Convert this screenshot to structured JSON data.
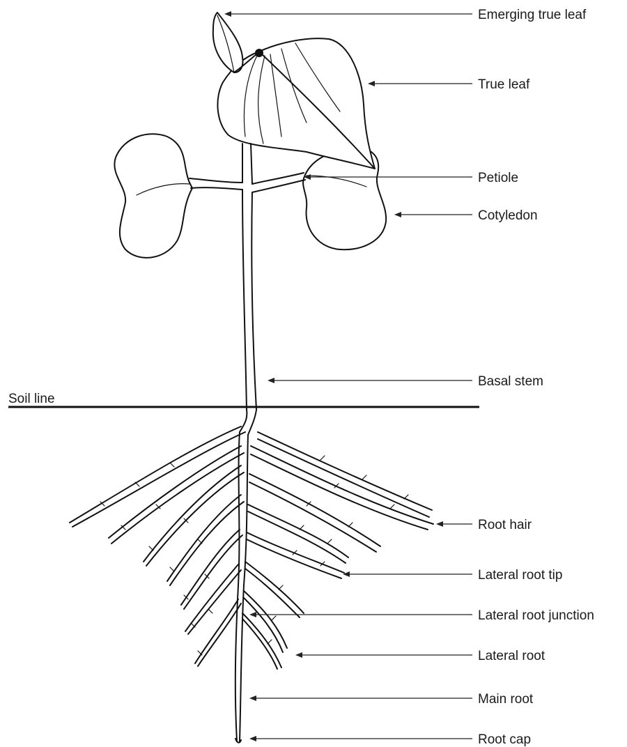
{
  "soil_line": {
    "label": "Soil line"
  },
  "labels": [
    {
      "id": "emerging-true-leaf",
      "text": "Emerging true leaf"
    },
    {
      "id": "true-leaf",
      "text": "True leaf"
    },
    {
      "id": "petiole",
      "text": "Petiole"
    },
    {
      "id": "cotyledon",
      "text": "Cotyledon"
    },
    {
      "id": "basal-stem",
      "text": "Basal stem"
    },
    {
      "id": "root-hair",
      "text": "Root hair"
    },
    {
      "id": "lateral-root-tip",
      "text": "Lateral root tip"
    },
    {
      "id": "lateral-root-junction",
      "text": "Lateral root junction"
    },
    {
      "id": "lateral-root",
      "text": "Lateral root"
    },
    {
      "id": "main-root",
      "text": "Main root"
    },
    {
      "id": "root-cap",
      "text": "Root cap"
    }
  ]
}
